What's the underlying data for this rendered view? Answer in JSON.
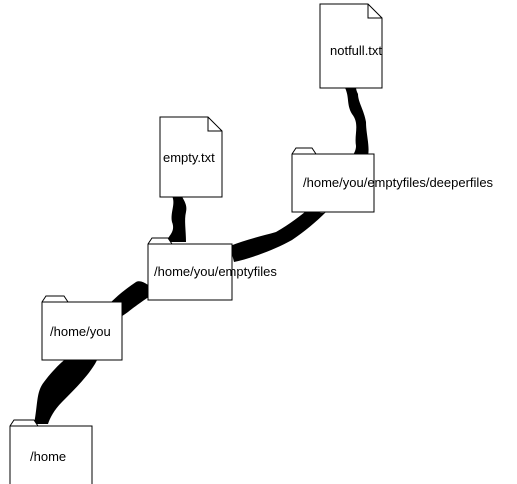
{
  "nodes": [
    {
      "id": "home",
      "kind": "folder",
      "label": "/home"
    },
    {
      "id": "you",
      "kind": "folder",
      "label": "/home/you"
    },
    {
      "id": "emptyfiles",
      "kind": "folder",
      "label": "/home/you/emptyfiles"
    },
    {
      "id": "deeperfiles",
      "kind": "folder",
      "label": "/home/you/emptyfiles/deeperfiles"
    },
    {
      "id": "empty",
      "kind": "file",
      "label": "empty.txt"
    },
    {
      "id": "notfull",
      "kind": "file",
      "label": "notfull.txt"
    }
  ],
  "edges": [
    {
      "from": "home",
      "to": "you"
    },
    {
      "from": "you",
      "to": "emptyfiles"
    },
    {
      "from": "emptyfiles",
      "to": "empty"
    },
    {
      "from": "emptyfiles",
      "to": "deeperfiles"
    },
    {
      "from": "deeperfiles",
      "to": "notfull"
    }
  ],
  "colors": {
    "stroke": "#000000",
    "fill": "#ffffff",
    "branch": "#000000"
  }
}
